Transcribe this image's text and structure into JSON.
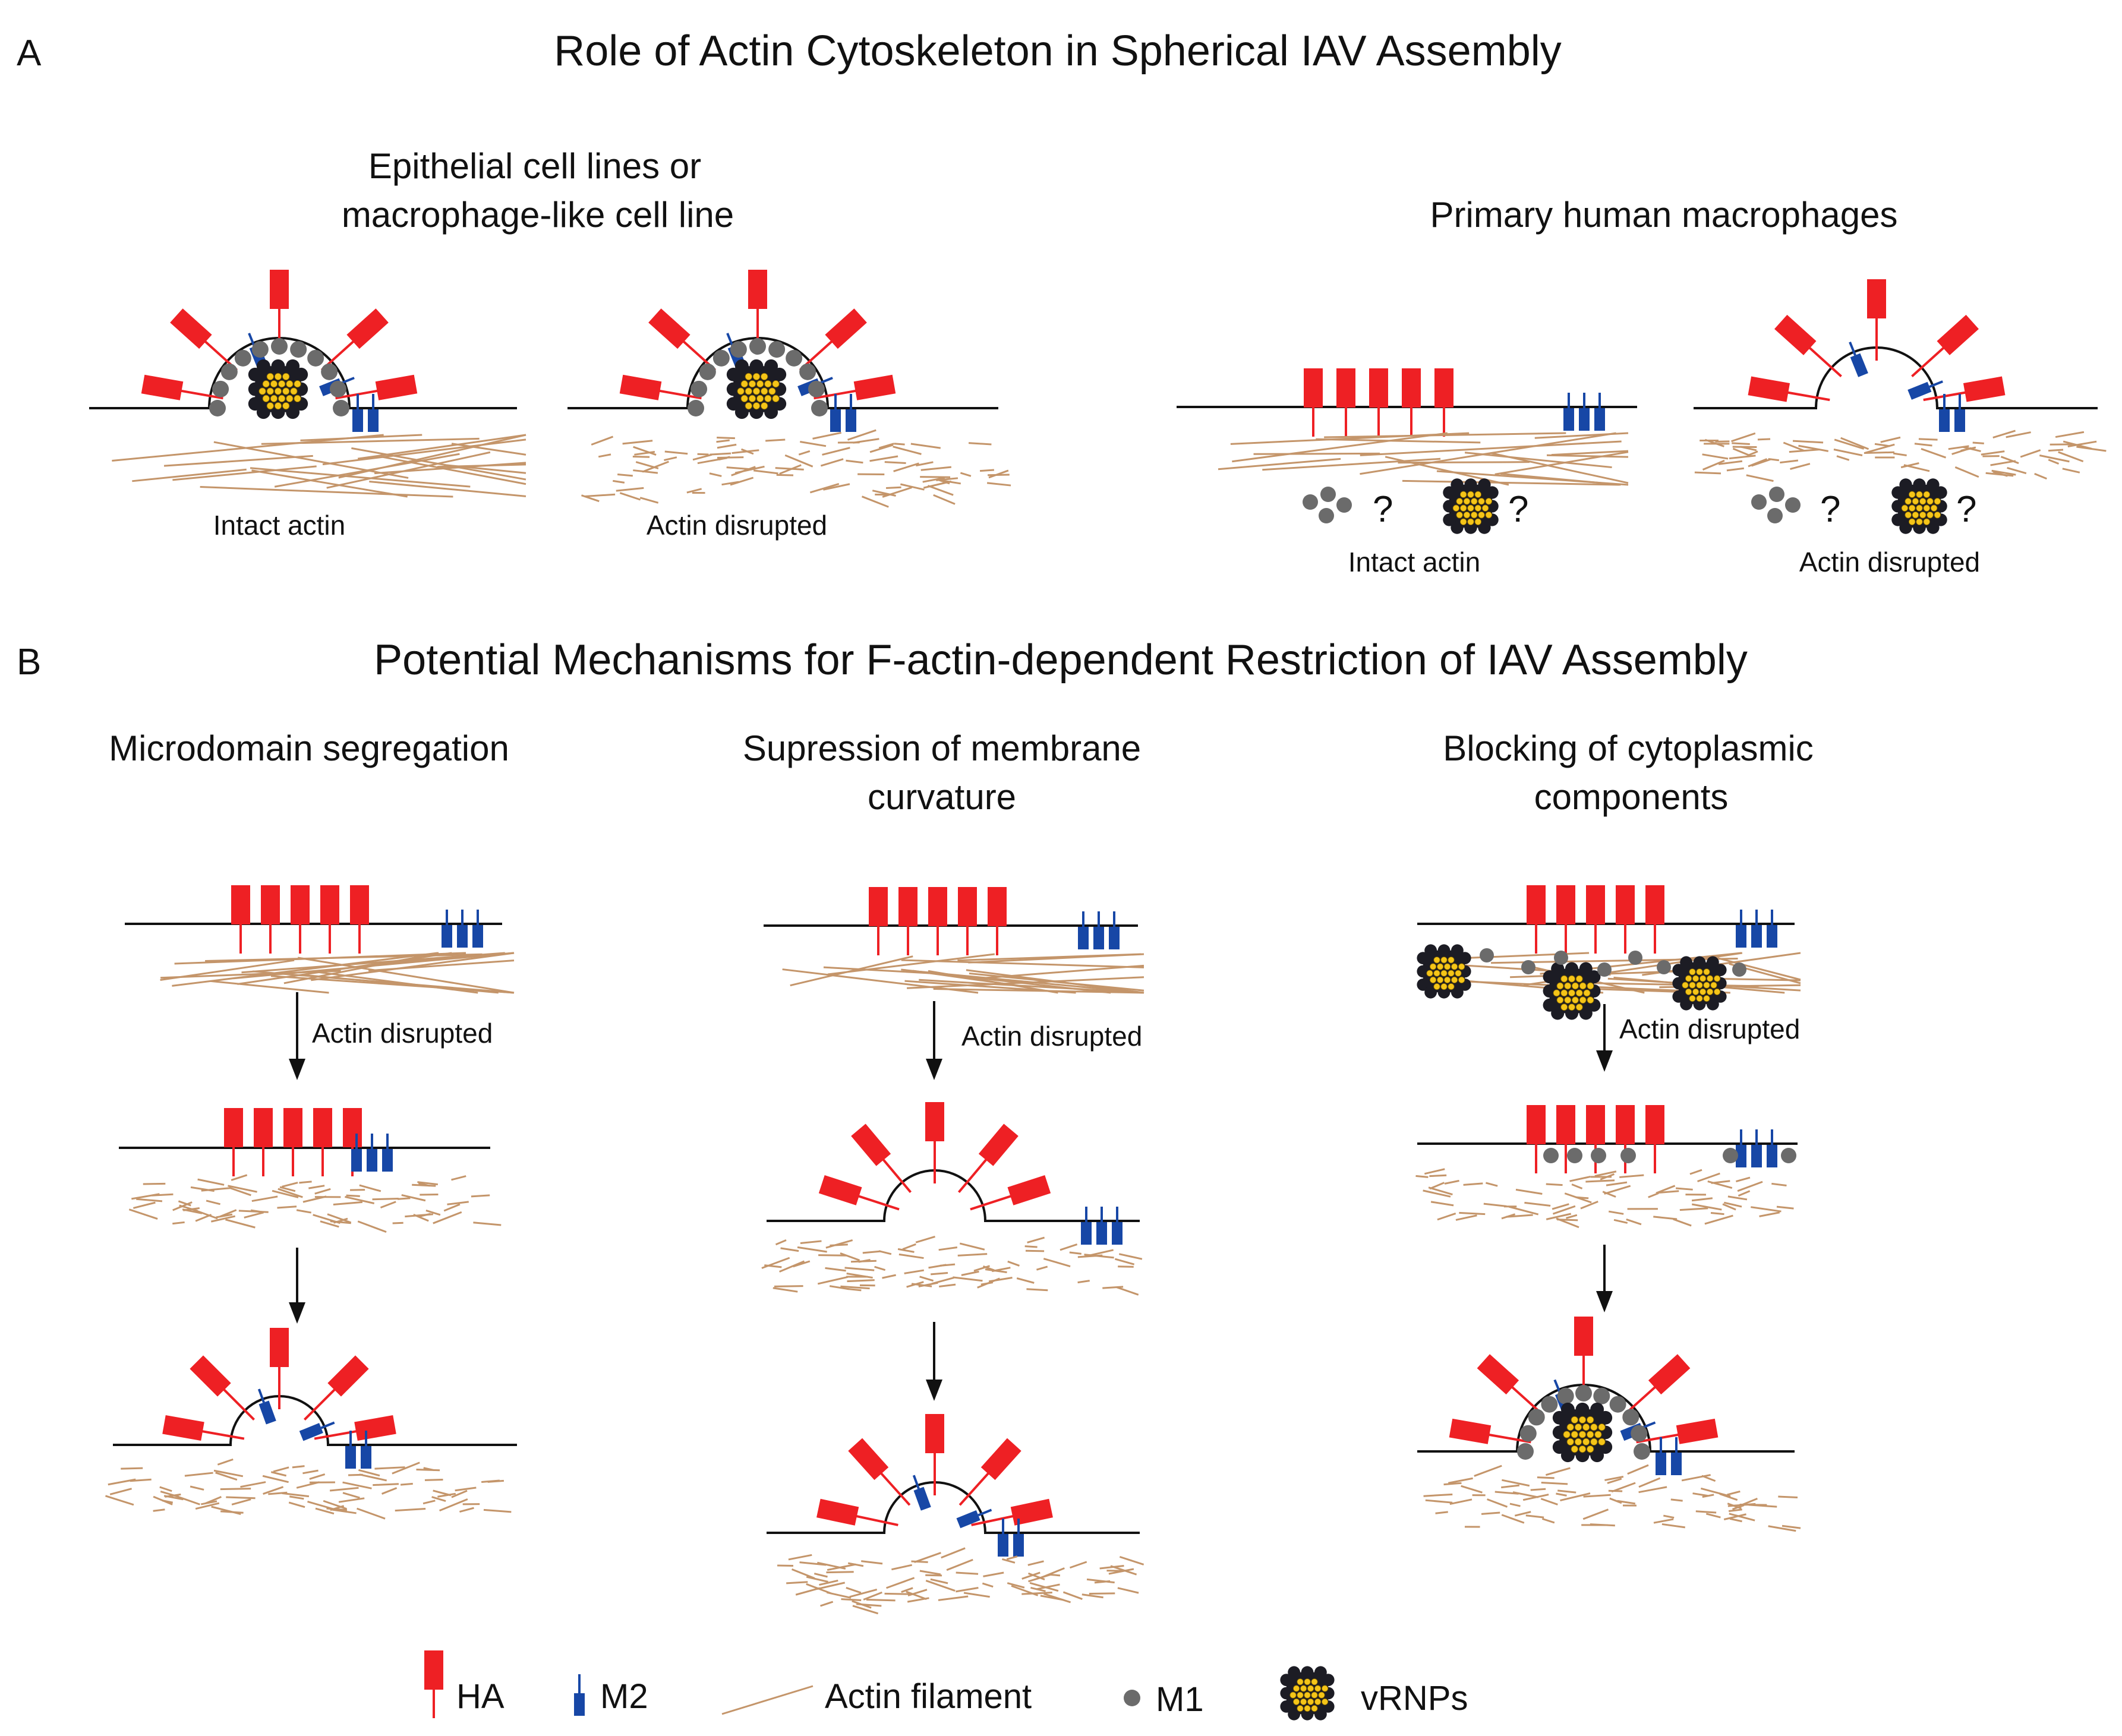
{
  "panel_a": {
    "letter": "A",
    "title": "Role of Actin Cytoskeleton in Spherical IAV Assembly",
    "group_left_title": [
      "Epithelial cell lines or",
      "macrophage-like cell line"
    ],
    "group_right_title": "Primary human macrophages",
    "captions": [
      "Intact actin",
      "Actin disrupted",
      "Intact actin",
      "Actin disrupted"
    ],
    "unknown_mark": "?"
  },
  "panel_b": {
    "letter": "B",
    "title": "Potential Mechanisms for F-actin-dependent Restriction of IAV Assembly",
    "column_titles": [
      [
        "Microdomain segregation"
      ],
      [
        "Supression of membrane",
        "curvature"
      ],
      [
        "Blocking of cytoplasmic",
        "components"
      ]
    ],
    "step_label": "Actin disrupted"
  },
  "legend": {
    "items": [
      {
        "label": "HA",
        "icon": "ha-glycoprotein-icon"
      },
      {
        "label": "M2",
        "icon": "m2-channel-icon"
      },
      {
        "label": "Actin filament",
        "icon": "actin-filament-icon"
      },
      {
        "label": "M1",
        "icon": "m1-protein-icon"
      },
      {
        "label": "vRNPs",
        "icon": "vrnp-bundle-icon"
      }
    ]
  },
  "colors": {
    "ha": "#ee2024",
    "m2": "#1747a6",
    "actin": "#c4956a",
    "m1": "#6b6b6b",
    "vrnp_dark": "#1c1c24",
    "vrnp_core": "#f5c518",
    "membrane": "#111111"
  }
}
